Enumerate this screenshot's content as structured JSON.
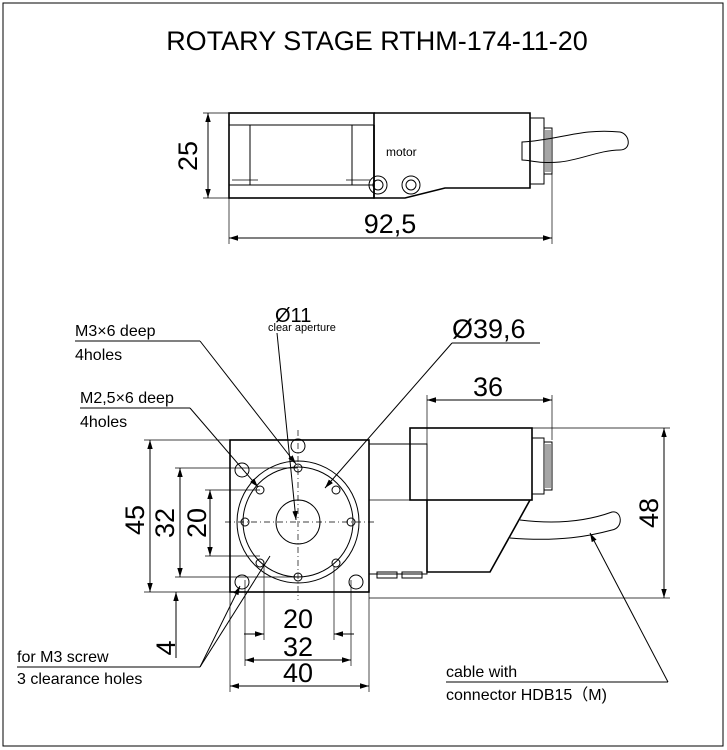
{
  "title": "ROTARY STAGE RTHM-174-11-20",
  "side_view": {
    "height_dim": "25",
    "width_dim": "92,5",
    "motor_label": "motor"
  },
  "top_view": {
    "aperture_dim": "Ø11",
    "aperture_note": "clear aperture",
    "outer_dim": "Ø39,6",
    "motor_width_dim": "36",
    "motor_height_dim": "48",
    "dim_45": "45",
    "dim_32_v": "32",
    "dim_20_v": "20",
    "dim_4": "4",
    "dim_20_h": "20",
    "dim_32_h": "32",
    "dim_40_h": "40"
  },
  "notes": {
    "m3_line1": "M3×6 deep",
    "m3_line2": "4holes",
    "m25_line1": "M2,5×6 deep",
    "m25_line2": "4holes",
    "clear_line1": "for M3 screw",
    "clear_line2": "3 clearance holes",
    "cable_line1": "cable with",
    "cable_line2": "connector HDB15（M)"
  }
}
